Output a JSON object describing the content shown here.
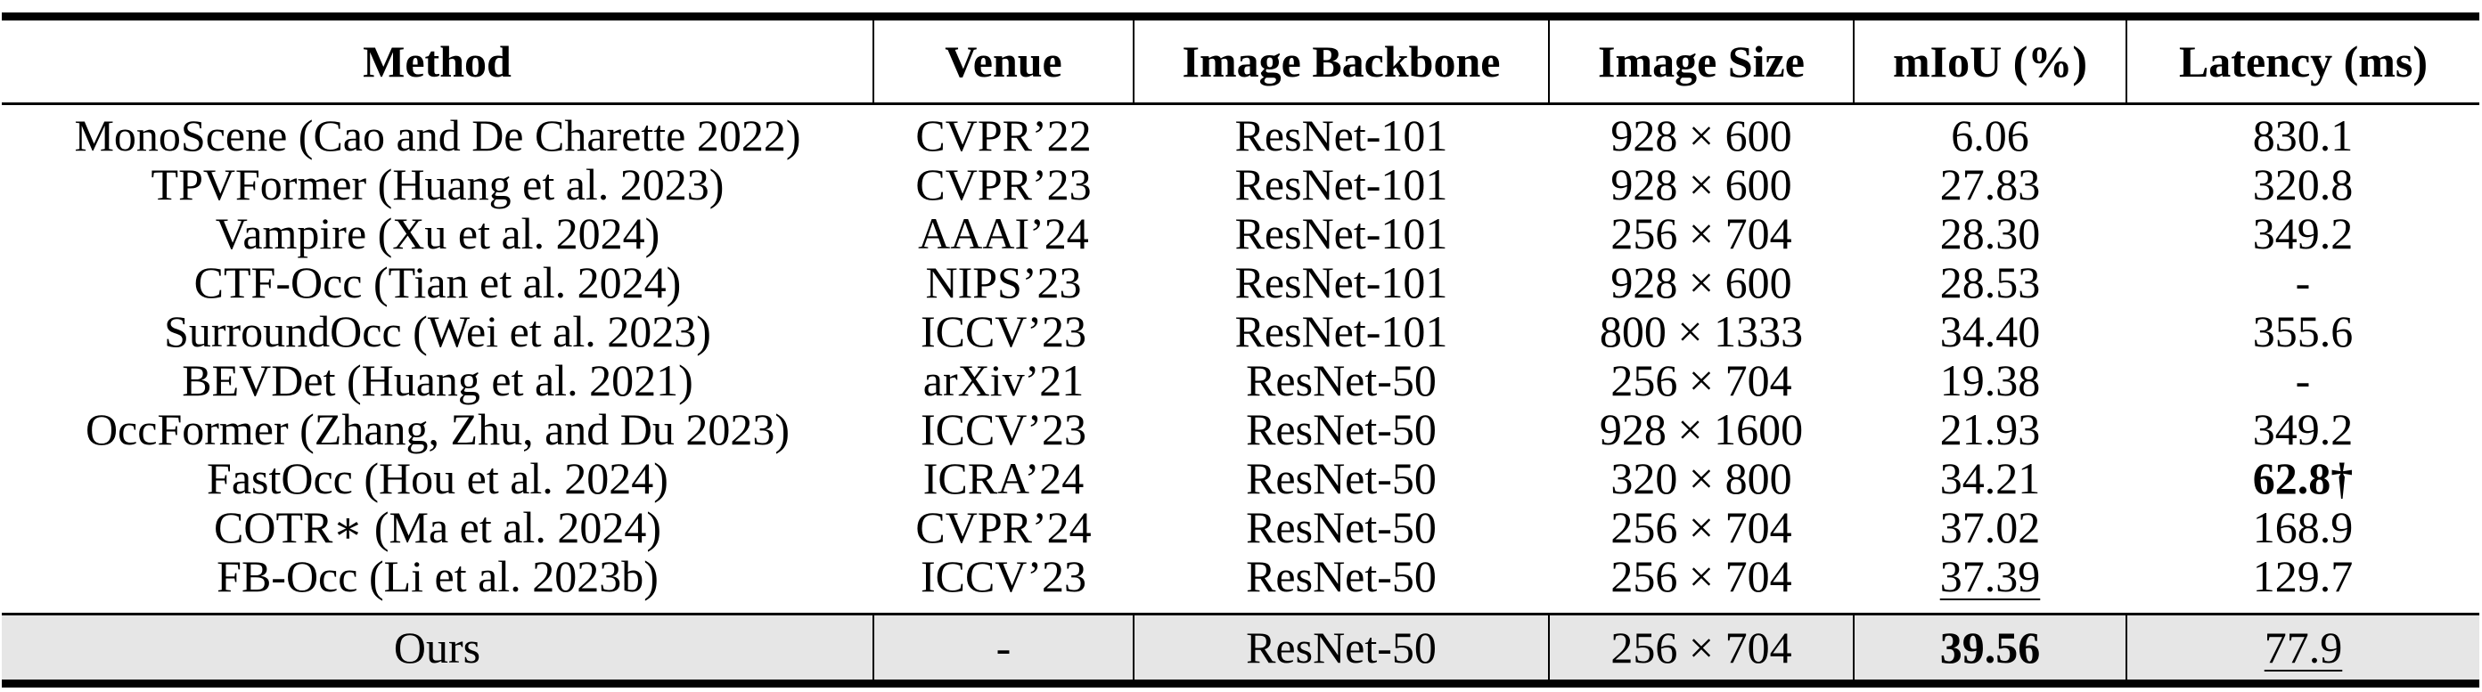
{
  "table": {
    "headers": {
      "method": "Method",
      "venue": "Venue",
      "backbone": "Image Backbone",
      "size": "Image Size",
      "miou": "mIoU (%)",
      "latency": "Latency (ms)"
    },
    "rows": [
      {
        "method": "MonoScene (Cao and De Charette 2022)",
        "venue": "CVPR’22",
        "backbone": "ResNet-101",
        "size": "928 × 600",
        "miou": "6.06",
        "latency": "830.1"
      },
      {
        "method": "TPVFormer (Huang et al. 2023)",
        "venue": "CVPR’23",
        "backbone": "ResNet-101",
        "size": "928 × 600",
        "miou": "27.83",
        "latency": "320.8"
      },
      {
        "method": "Vampire (Xu et al. 2024)",
        "venue": "AAAI’24",
        "backbone": "ResNet-101",
        "size": "256 × 704",
        "miou": "28.30",
        "latency": "349.2"
      },
      {
        "method": "CTF-Occ (Tian et al. 2024)",
        "venue": "NIPS’23",
        "backbone": "ResNet-101",
        "size": "928 × 600",
        "miou": "28.53",
        "latency": "-"
      },
      {
        "method": "SurroundOcc (Wei et al. 2023)",
        "venue": "ICCV’23",
        "backbone": "ResNet-101",
        "size": "800 × 1333",
        "miou": "34.40",
        "latency": "355.6"
      },
      {
        "method": "BEVDet (Huang et al. 2021)",
        "venue": "arXiv’21",
        "backbone": "ResNet-50",
        "size": "256 × 704",
        "miou": "19.38",
        "latency": "-"
      },
      {
        "method": "OccFormer (Zhang, Zhu, and Du 2023)",
        "venue": "ICCV’23",
        "backbone": "ResNet-50",
        "size": "928 × 1600",
        "miou": "21.93",
        "latency": "349.2"
      },
      {
        "method": "FastOcc (Hou et al. 2024)",
        "venue": "ICRA’24",
        "backbone": "ResNet-50",
        "size": "320 × 800",
        "miou": "34.21",
        "latency": "62.8†"
      },
      {
        "method": "COTR∗  (Ma et al. 2024)",
        "venue": "CVPR’24",
        "backbone": "ResNet-50",
        "size": "256 × 704",
        "miou": "37.02",
        "latency": "168.9"
      },
      {
        "method": "FB-Occ (Li et al. 2023b)",
        "venue": "ICCV’23",
        "backbone": "ResNet-50",
        "size": "256 × 704",
        "miou": "37.39",
        "latency": "129.7"
      }
    ],
    "ours": {
      "method": "Ours",
      "venue": "-",
      "backbone": "ResNet-50",
      "size": "256 × 704",
      "miou": "39.56",
      "latency": "77.9"
    },
    "highlight_color": "#e6e6e6"
  }
}
